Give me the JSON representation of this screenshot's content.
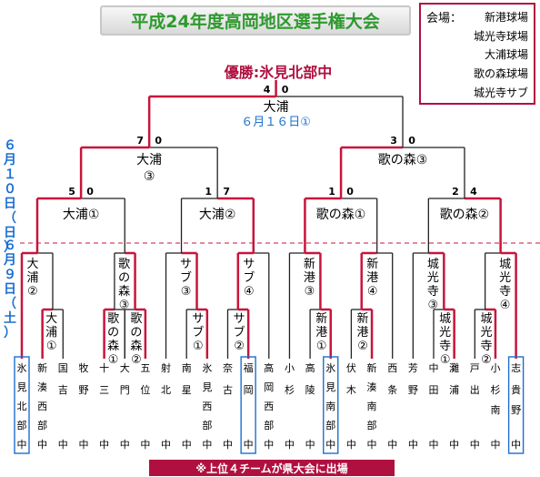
{
  "title": "平成24年度高岡地区選手権大会",
  "venues": {
    "label": "会場：",
    "items": [
      "新港球場",
      "城光寺球場",
      "大浦球場",
      "歌の森球場",
      "城光寺サブ"
    ]
  },
  "winner": "優勝:氷見北部中",
  "dates": {
    "first": "６月１０日（日）",
    "second": "６月９日（土）"
  },
  "note": "※上位４チームが県大会に出場",
  "final": {
    "label": "大浦",
    "date": "６月１６日①",
    "score_left": "4",
    "score_right": "0"
  },
  "semis": [
    {
      "label": "大浦",
      "number": "③",
      "score_left": "7",
      "score_right": "0"
    },
    {
      "label": "歌の森③",
      "score_left": "3",
      "score_right": "0"
    }
  ],
  "quarters": [
    {
      "label": "大浦①",
      "score_left": "5",
      "score_right": "0"
    },
    {
      "label": "大浦②",
      "score_left": "1",
      "score_right": "7"
    },
    {
      "label": "歌の森①",
      "score_left": "1",
      "score_right": "0"
    },
    {
      "label": "歌の森②",
      "score_left": "2",
      "score_right": "4"
    }
  ],
  "r2": [
    {
      "text": "大浦②"
    },
    {
      "text": "歌の森③"
    },
    {
      "text": "サブ③"
    },
    {
      "text": "サブ④"
    },
    {
      "text": "新港③"
    },
    {
      "text": "新港④"
    },
    {
      "text": "城光寺③"
    },
    {
      "text": "城光寺④"
    }
  ],
  "r1": [
    {
      "text": "大浦①"
    },
    {
      "text": "歌の森①"
    },
    {
      "text": "歌の森②"
    },
    {
      "text": "サブ①"
    },
    {
      "text": "サブ②"
    },
    {
      "text": "新港①"
    },
    {
      "text": "新港②"
    },
    {
      "text": "城光寺①"
    },
    {
      "text": "城光寺②"
    }
  ],
  "teams": [
    {
      "name": "氷見北部中",
      "boxed": true
    },
    {
      "name": "新湊西部中",
      "boxed": false
    },
    {
      "name": "国吉中",
      "boxed": false
    },
    {
      "name": "牧野中",
      "boxed": false
    },
    {
      "name": "十三中",
      "boxed": false
    },
    {
      "name": "大門中",
      "boxed": false
    },
    {
      "name": "五位中",
      "boxed": false
    },
    {
      "name": "射北中",
      "boxed": false
    },
    {
      "name": "南星中",
      "boxed": false
    },
    {
      "name": "氷見西部中",
      "boxed": false
    },
    {
      "name": "奈古中",
      "boxed": false
    },
    {
      "name": "福岡中",
      "boxed": true
    },
    {
      "name": "高岡西部中",
      "boxed": false
    },
    {
      "name": "小杉中",
      "boxed": false
    },
    {
      "name": "高陵中",
      "boxed": false
    },
    {
      "name": "氷見南部中",
      "boxed": true
    },
    {
      "name": "伏木中",
      "boxed": false
    },
    {
      "name": "新湊南部中",
      "boxed": false
    },
    {
      "name": "西条中",
      "boxed": false
    },
    {
      "name": "芳野中",
      "boxed": false
    },
    {
      "name": "中田中",
      "boxed": false
    },
    {
      "name": "灘浦中",
      "boxed": false
    },
    {
      "name": "戸出中",
      "boxed": false
    },
    {
      "name": "小杉南中",
      "boxed": false
    },
    {
      "name": "志貴野中",
      "boxed": true
    }
  ],
  "colors": {
    "winner_line": "#c8143c",
    "loser_line": "#222222",
    "team_box": "#1a6fd1",
    "title_text": "#2e9a2e",
    "date_text": "#1a6fd1",
    "dashed": "#c8143c"
  }
}
